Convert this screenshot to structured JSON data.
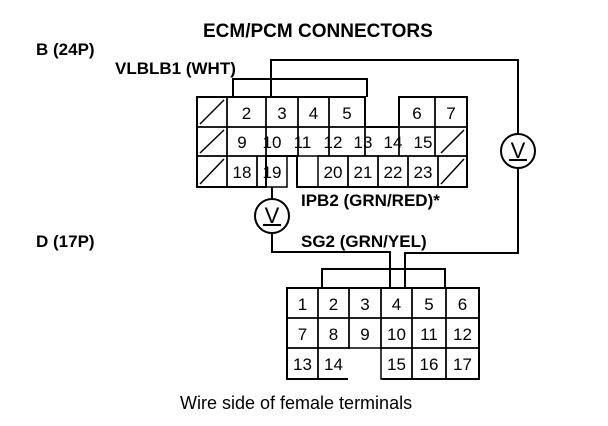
{
  "title": "ECM/PCM CONNECTORS",
  "connector_b": {
    "label": "B (24P)",
    "rows": [
      [
        "/",
        "2",
        "3",
        "4",
        "5",
        "",
        "6",
        "7"
      ],
      [
        "/",
        "9",
        "10",
        "11",
        "12",
        "13",
        "14",
        "15",
        "/"
      ],
      [
        "/",
        "18",
        "19",
        "",
        "20",
        "21",
        "22",
        "23",
        "/"
      ]
    ]
  },
  "connector_d": {
    "label": "D (17P)",
    "rows": [
      [
        "1",
        "2",
        "3",
        "4",
        "5",
        "6"
      ],
      [
        "7",
        "8",
        "9",
        "10",
        "11",
        "12"
      ],
      [
        "13",
        "14",
        "",
        "15",
        "16",
        "17"
      ]
    ]
  },
  "wires": {
    "vlblb1": "VLBLB1 (WHT)",
    "ipb2": "IPB2 (GRN/RED)*",
    "sg2": "SG2 (GRN/YEL)"
  },
  "meters": [
    {
      "name": "voltmeter-left",
      "symbol": "V"
    },
    {
      "name": "voltmeter-right",
      "symbol": "V"
    }
  ],
  "caption": "Wire side of female terminals"
}
